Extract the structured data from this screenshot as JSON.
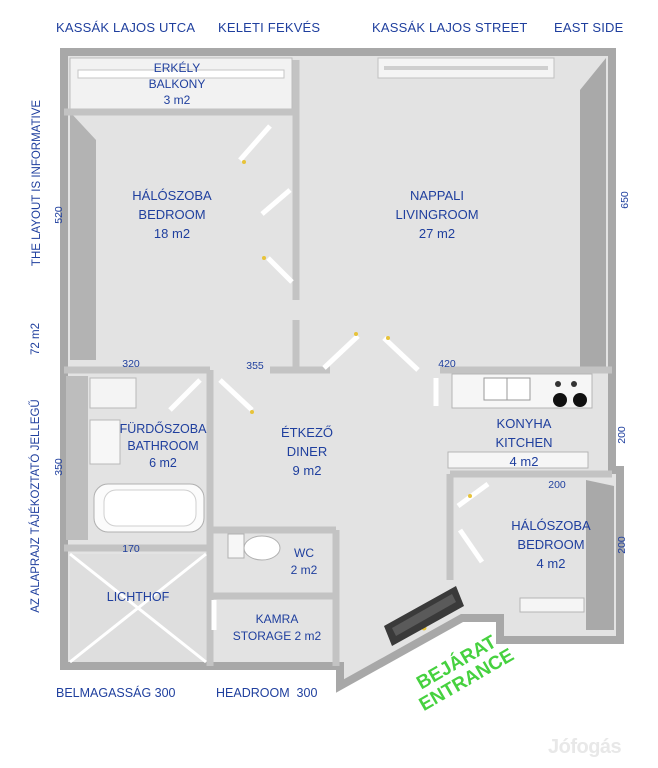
{
  "street_labels": {
    "left_street": "KASSÁK LAJOS UTCA",
    "left_side": "KELETI FEKVÉS",
    "right_street": "KASSÁK LAJOS STREET",
    "right_side": "EAST SIDE"
  },
  "side_notes": {
    "english_note": "THE LAYOUT IS INFORMATIVE",
    "area_note": "72 m2",
    "hungarian_note": "AZ ALAPRAJZ TÁJÉKOZTATÓ JELLEGŰ"
  },
  "rooms": {
    "balcony": {
      "hu": "ERKÉLY",
      "en": "BALKONY",
      "area": "3 m2"
    },
    "bedroom_main": {
      "hu": "HÁLÓSZOBA",
      "en": "BEDROOM",
      "area": "18 m2"
    },
    "living": {
      "hu": "NAPPALI",
      "en": "LIVINGROOM",
      "area": "27 m2"
    },
    "bathroom": {
      "hu": "FÜRDŐSZOBA",
      "en": "BATHROOM",
      "area": "6 m2"
    },
    "diner": {
      "hu": "ÉTKEZŐ",
      "en": "DINER",
      "area": "9 m2"
    },
    "kitchen": {
      "hu": "KONYHA",
      "en": "KITCHEN",
      "area": "4 m2"
    },
    "bedroom_small": {
      "hu": "HÁLÓSZOBA",
      "en": "BEDROOM",
      "area": "4 m2"
    },
    "wc": {
      "hu": "WC",
      "area": "2 m2"
    },
    "storage": {
      "hu": "KAMRA",
      "en": "STORAGE 2 m2"
    },
    "lichthof": {
      "hu": "LICHTHOF"
    }
  },
  "dimensions": {
    "d520": "520",
    "d650": "650",
    "d320": "320",
    "d355": "355",
    "d420": "420",
    "d350": "350",
    "d200_kitchen": "200",
    "d200_mid": "200",
    "d200_bedroom": "200",
    "d170": "170"
  },
  "bottom_labels": {
    "headroom_hu": "BELMAGASSÁG 300",
    "headroom_en": "HEADROOM  300"
  },
  "entrance": {
    "hu": "BEJÁRAT",
    "en": "ENTRANCE"
  },
  "watermark": "Jófogás",
  "colors": {
    "label_blue": "#1f3f9e",
    "entrance_green": "#46d13f",
    "floor": "#e4e4e4",
    "wall": "#9c9c9c"
  }
}
